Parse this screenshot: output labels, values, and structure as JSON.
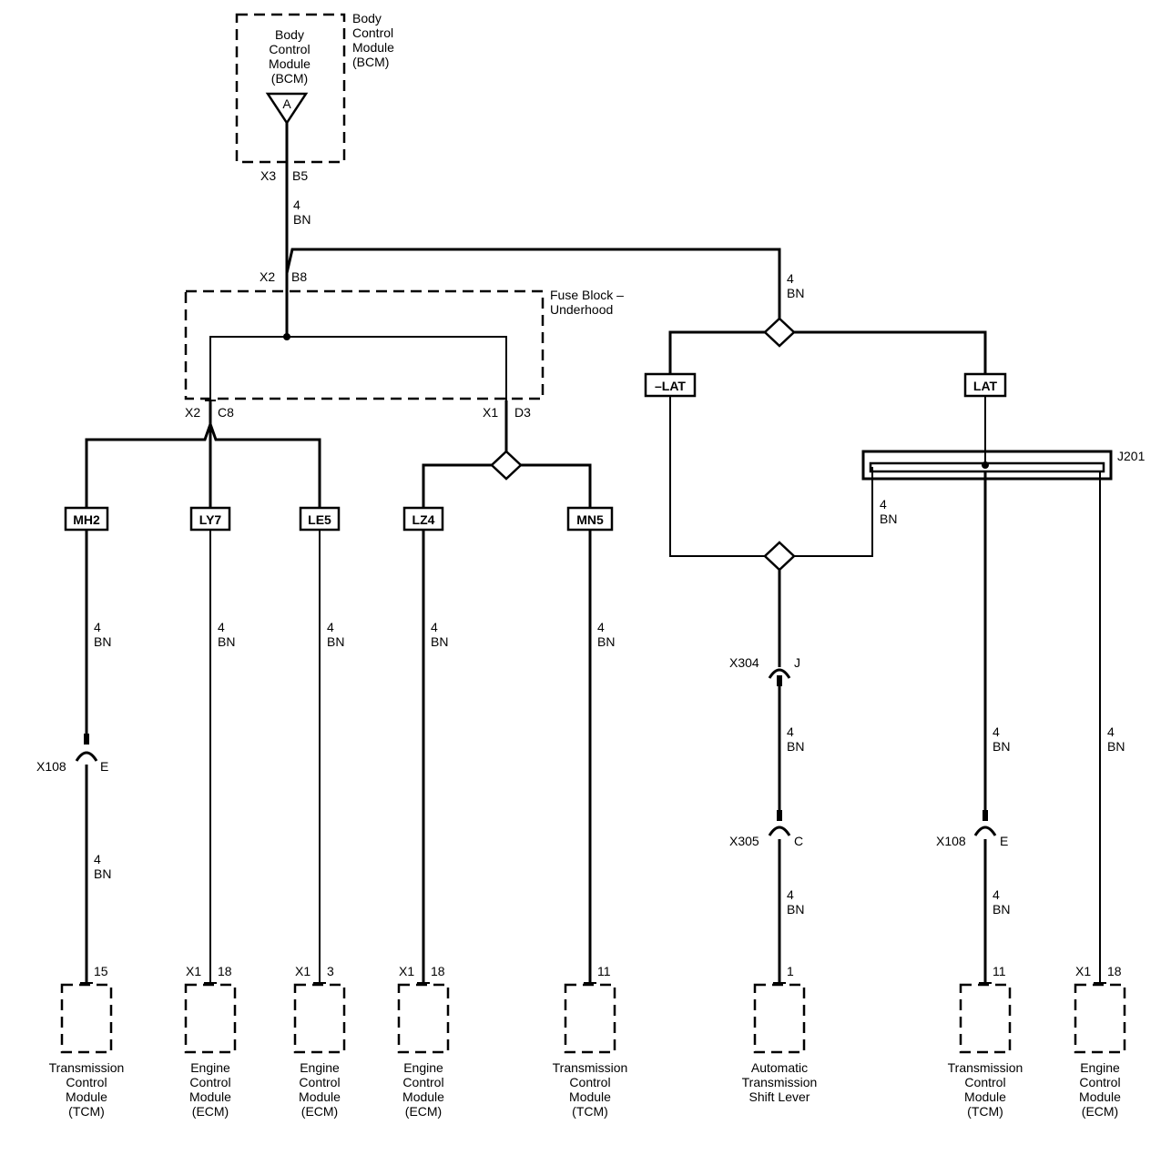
{
  "bcm": {
    "inner_label": [
      "Body",
      "Control",
      "Module",
      "(BCM)"
    ],
    "outer_label": [
      "Body",
      "Control",
      "Module",
      "(BCM)"
    ],
    "pin": "A",
    "connector": "X3",
    "terminal": "B5"
  },
  "fuse_block": {
    "label": [
      "Fuse Block –",
      "Underhood"
    ],
    "in_connector": "X2",
    "in_terminal": "B8",
    "left_connector": "X2",
    "left_terminal": "C8",
    "right_connector": "X1",
    "right_terminal": "D3"
  },
  "wire": {
    "gauge": "4",
    "color": "BN"
  },
  "options": {
    "mh2": "MH2",
    "ly7": "LY7",
    "le5": "LE5",
    "lz4": "LZ4",
    "mn5": "MN5",
    "not_lat": "–LAT",
    "lat": "LAT"
  },
  "splice": "J201",
  "connectors": {
    "x108_left": {
      "name": "X108",
      "pin": "E"
    },
    "x304": {
      "name": "X304",
      "pin": "J"
    },
    "x305": {
      "name": "X305",
      "pin": "C"
    },
    "x108_right": {
      "name": "X108",
      "pin": "E"
    }
  },
  "modules": [
    {
      "connector": "",
      "pin": "15",
      "label": [
        "Transmission",
        "Control",
        "Module",
        "(TCM)"
      ]
    },
    {
      "connector": "X1",
      "pin": "18",
      "label": [
        "Engine",
        "Control",
        "Module",
        "(ECM)"
      ]
    },
    {
      "connector": "X1",
      "pin": "3",
      "label": [
        "Engine",
        "Control",
        "Module",
        "(ECM)"
      ]
    },
    {
      "connector": "X1",
      "pin": "18",
      "label": [
        "Engine",
        "Control",
        "Module",
        "(ECM)"
      ]
    },
    {
      "connector": "",
      "pin": "11",
      "label": [
        "Transmission",
        "Control",
        "Module",
        "(TCM)"
      ]
    },
    {
      "connector": "",
      "pin": "1",
      "label": [
        "Automatic",
        "Transmission",
        "Shift Lever"
      ]
    },
    {
      "connector": "",
      "pin": "11",
      "label": [
        "Transmission",
        "Control",
        "Module",
        "(TCM)"
      ]
    },
    {
      "connector": "X1",
      "pin": "18",
      "label": [
        "Engine",
        "Control",
        "Module",
        "(ECM)"
      ]
    }
  ]
}
